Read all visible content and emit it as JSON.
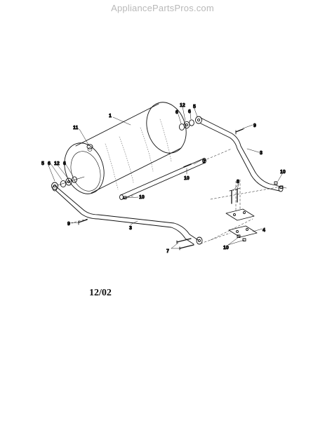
{
  "watermark": "AppliancePartsPros.com",
  "date_code": "12/02",
  "callouts": [
    {
      "id": "c1a",
      "text": "1"
    },
    {
      "id": "c11",
      "text": "11"
    },
    {
      "id": "c12r",
      "text": "12"
    },
    {
      "id": "c6r1",
      "text": "6"
    },
    {
      "id": "c6r2",
      "text": "6"
    },
    {
      "id": "c5r",
      "text": "5"
    },
    {
      "id": "c9r",
      "text": "9"
    },
    {
      "id": "c3r",
      "text": "3"
    },
    {
      "id": "c2",
      "text": "2"
    },
    {
      "id": "c10a",
      "text": "10"
    },
    {
      "id": "c5l",
      "text": "5"
    },
    {
      "id": "c6l1",
      "text": "6"
    },
    {
      "id": "c12l",
      "text": "12"
    },
    {
      "id": "c6l2",
      "text": "6"
    },
    {
      "id": "c10r",
      "text": "10"
    },
    {
      "id": "c8",
      "text": "8"
    },
    {
      "id": "c10b",
      "text": "10"
    },
    {
      "id": "c9l",
      "text": "9"
    },
    {
      "id": "c3l",
      "text": "3"
    },
    {
      "id": "c4",
      "text": "4"
    },
    {
      "id": "c10c",
      "text": "10"
    },
    {
      "id": "c7",
      "text": "7"
    }
  ]
}
